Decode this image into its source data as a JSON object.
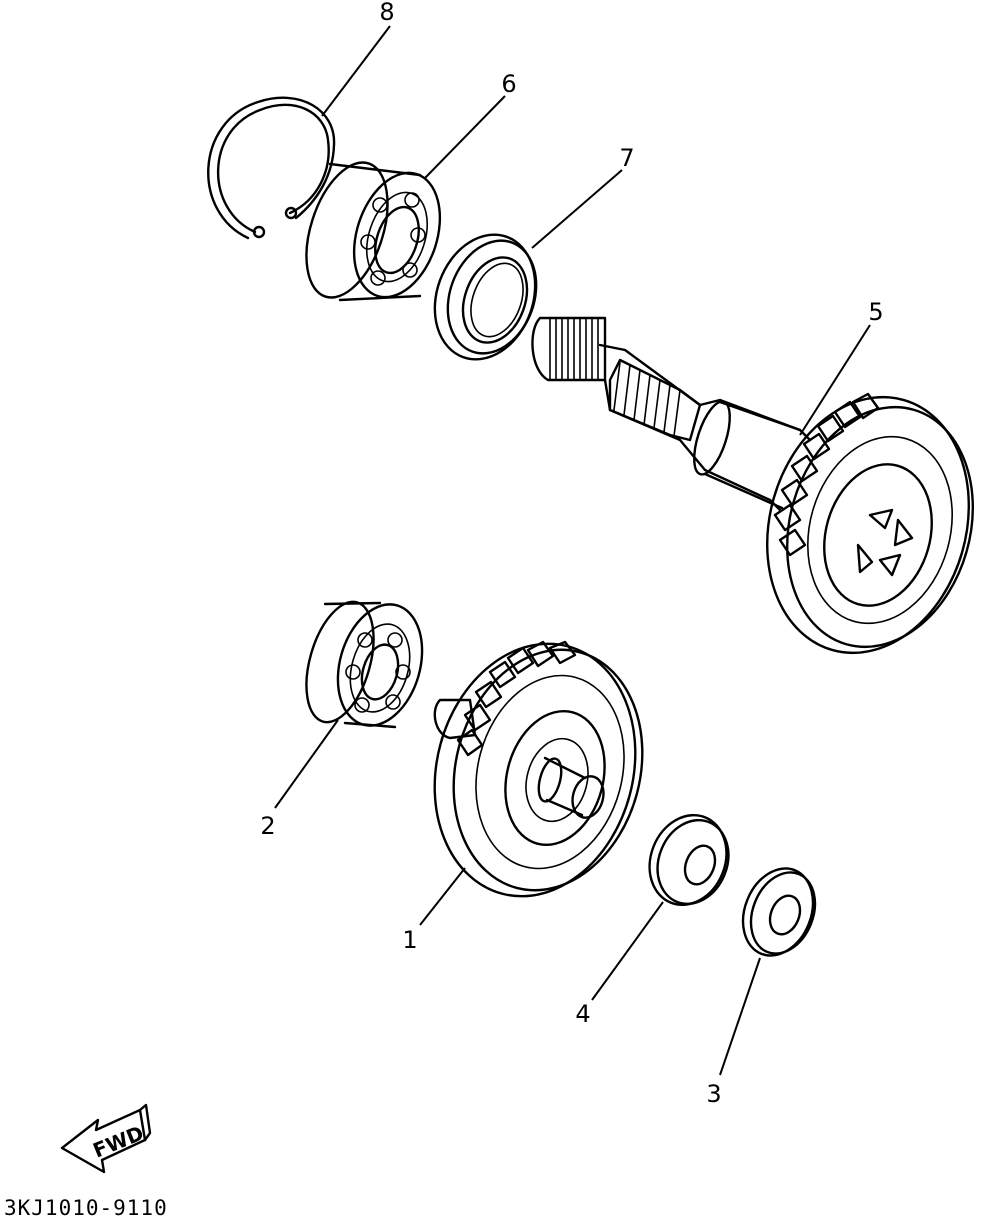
{
  "callouts": [
    {
      "id": "1",
      "label": "1"
    },
    {
      "id": "2",
      "label": "2"
    },
    {
      "id": "3",
      "label": "3"
    },
    {
      "id": "4",
      "label": "4"
    },
    {
      "id": "5",
      "label": "5"
    },
    {
      "id": "6",
      "label": "6"
    },
    {
      "id": "7",
      "label": "7"
    },
    {
      "id": "8",
      "label": "8"
    }
  ],
  "fwd_label": "FWD",
  "diagram_code": "3KJ1010-9110"
}
